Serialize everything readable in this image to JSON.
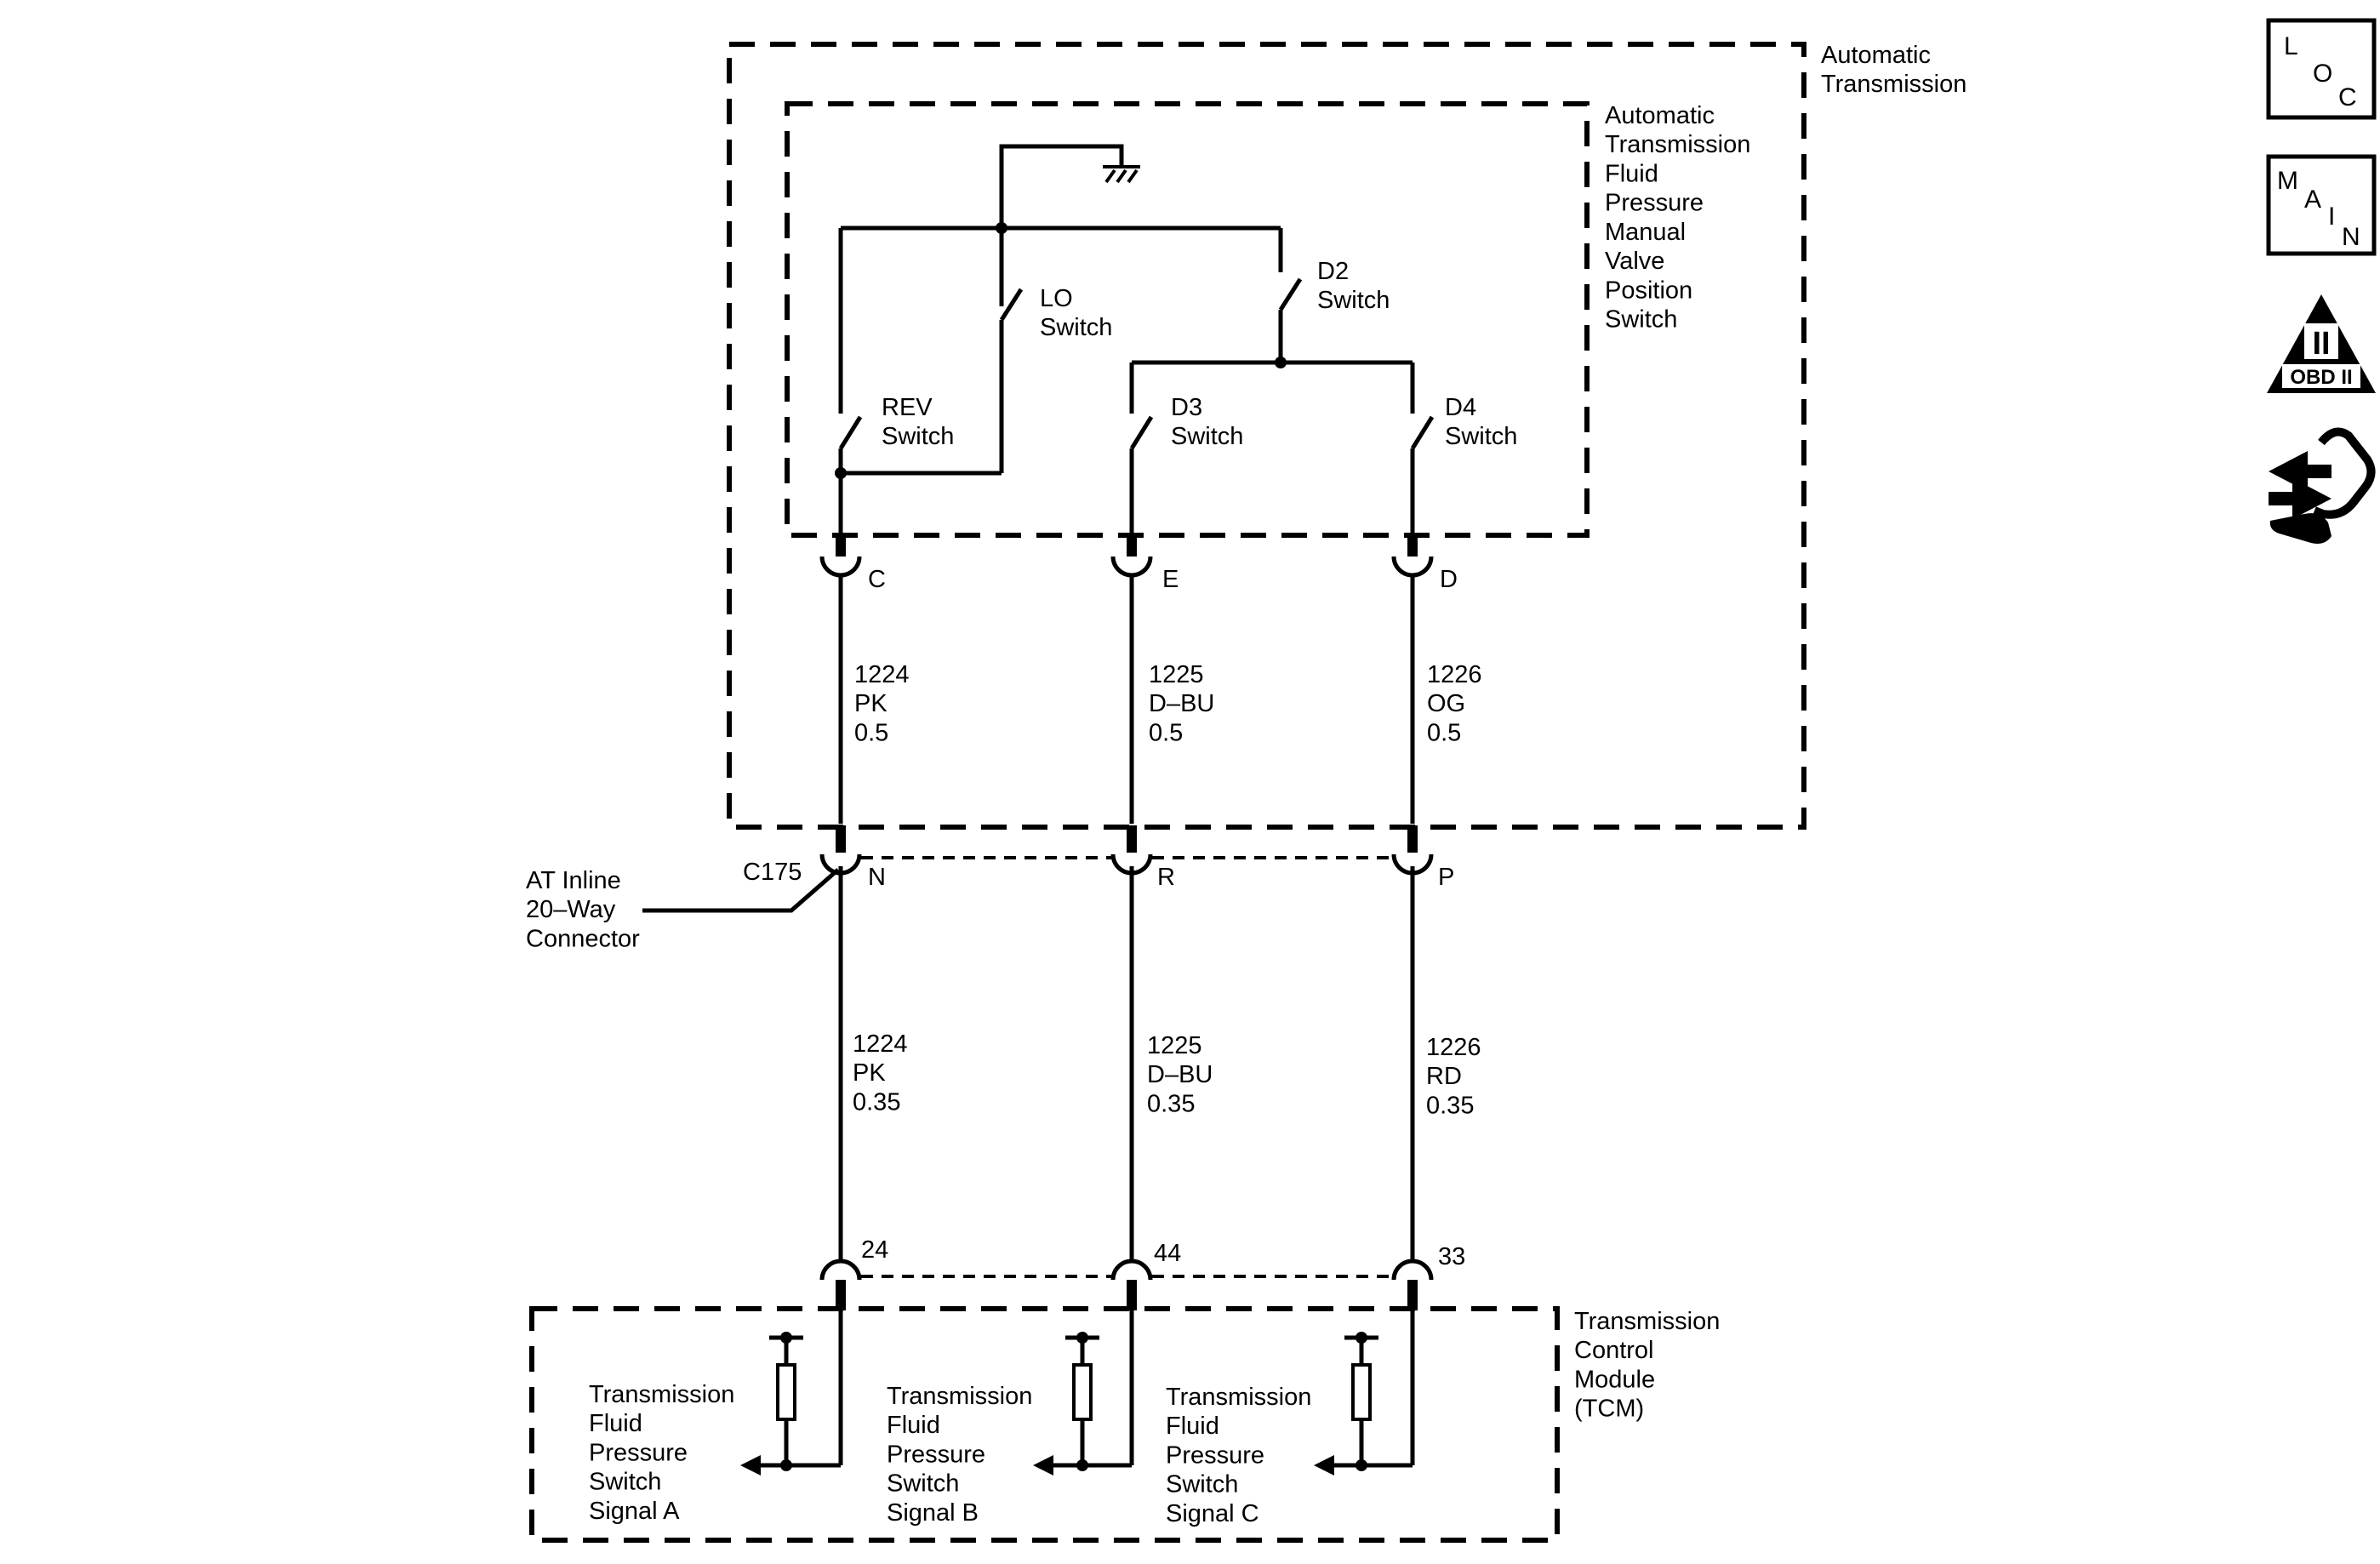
{
  "boxes": {
    "automatic_transmission": "Automatic\nTransmission",
    "manual_valve_switch": "Automatic\nTransmission\nFluid\nPressure\nManual\nValve\nPosition\nSwitch",
    "tcm": "Transmission\nControl\nModule\n(TCM)"
  },
  "switches": {
    "d2": "D2\nSwitch",
    "lo": "LO\nSwitch",
    "rev": "REV\nSwitch",
    "d3": "D3\nSwitch",
    "d4": "D4\nSwitch"
  },
  "terminals_top": {
    "c": "C",
    "e": "E",
    "d": "D"
  },
  "terminals_inline": {
    "n": "N",
    "r": "R",
    "p": "P"
  },
  "terminals_tcm": {
    "t24": "24",
    "t44": "44",
    "t33": "33"
  },
  "connector": {
    "id": "C175",
    "label": "AT Inline\n20–Way\nConnector"
  },
  "wires_upper": {
    "a": "1224\nPK\n0.5",
    "b": "1225\nD–BU\n0.5",
    "c": "1226\nOG\n0.5"
  },
  "wires_lower": {
    "a": "1224\nPK\n0.35",
    "b": "1225\nD–BU\n0.35",
    "c": "1226\nRD\n0.35"
  },
  "signals": {
    "a": "Transmission\nFluid\nPressure\nSwitch\nSignal A",
    "b": "Transmission\nFluid\nPressure\nSwitch\nSignal B",
    "c": "Transmission\nFluid\nPressure\nSwitch\nSignal C"
  },
  "icons": {
    "loc": {
      "l1": "L",
      "l2": "O",
      "l3": "C"
    },
    "main": {
      "l1": "M",
      "l2": "A",
      "l3": "I",
      "l4": "N"
    },
    "obd": {
      "roman": "II",
      "label": "OBD II"
    },
    "connector_icon": "connector-end-view-icon"
  },
  "colors": {
    "ink": "#000000",
    "background": "#ffffff"
  }
}
